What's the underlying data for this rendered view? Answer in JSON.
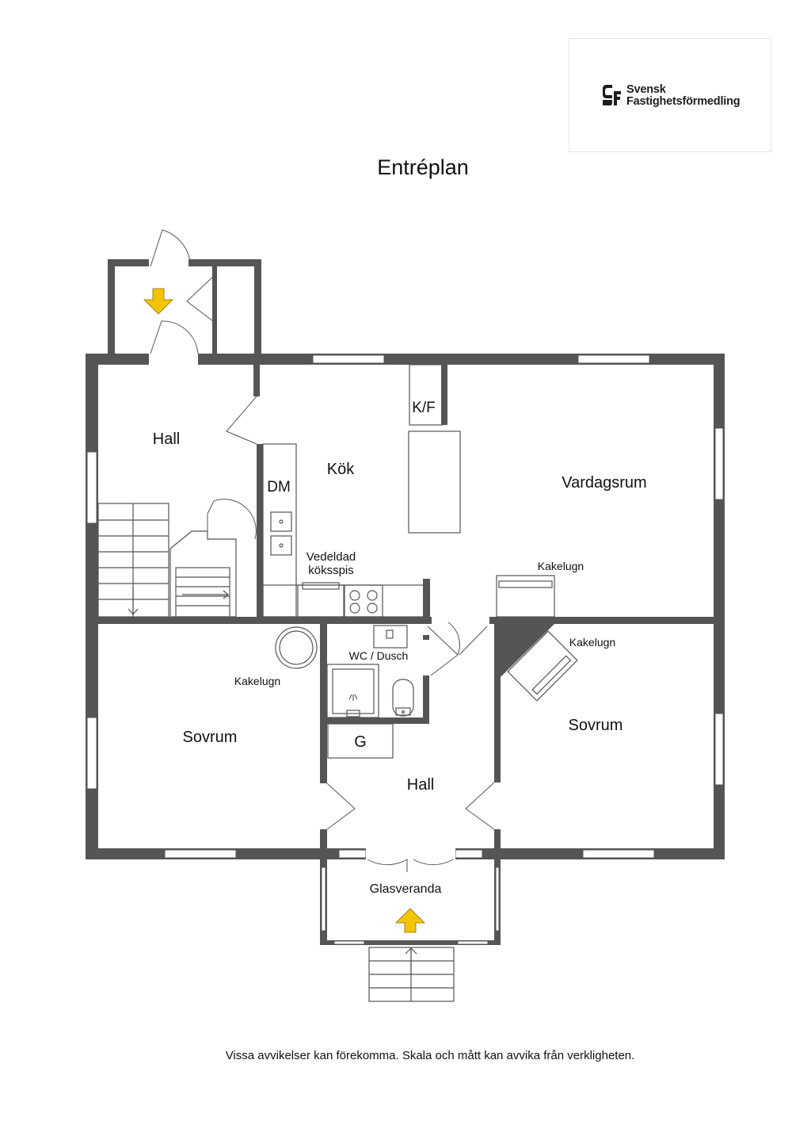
{
  "logo": {
    "line1": "Svensk",
    "line2": "Fastighetsförmedling",
    "icon": "sf-logo-icon",
    "color": "#1d1d1b"
  },
  "title": "Entréplan",
  "rooms": {
    "hall_top": "Hall",
    "kitchen": "Kök",
    "dishwasher": "DM",
    "fridge_freezer": "K/F",
    "living_room": "Vardagsrum",
    "wood_stove_line1": "Vedeldad",
    "wood_stove_line2": "köksspis",
    "tile_stove_living": "Kakelugn",
    "tile_stove_bedroom_right": "Kakelugn",
    "tile_stove_bedroom_left": "Kakelugn",
    "wc_shower": "WC / Dusch",
    "bedroom_left": "Sovrum",
    "bedroom_right": "Sovrum",
    "closet": "G",
    "hall_bottom": "Hall",
    "glass_veranda": "Glasveranda"
  },
  "colors": {
    "wall": "#555555",
    "entry_arrow": "#f5c400",
    "window": "#ffffff"
  },
  "footer": "Vissa avvikelser kan förekomma. Skala och mått kan avvika från verkligheten."
}
